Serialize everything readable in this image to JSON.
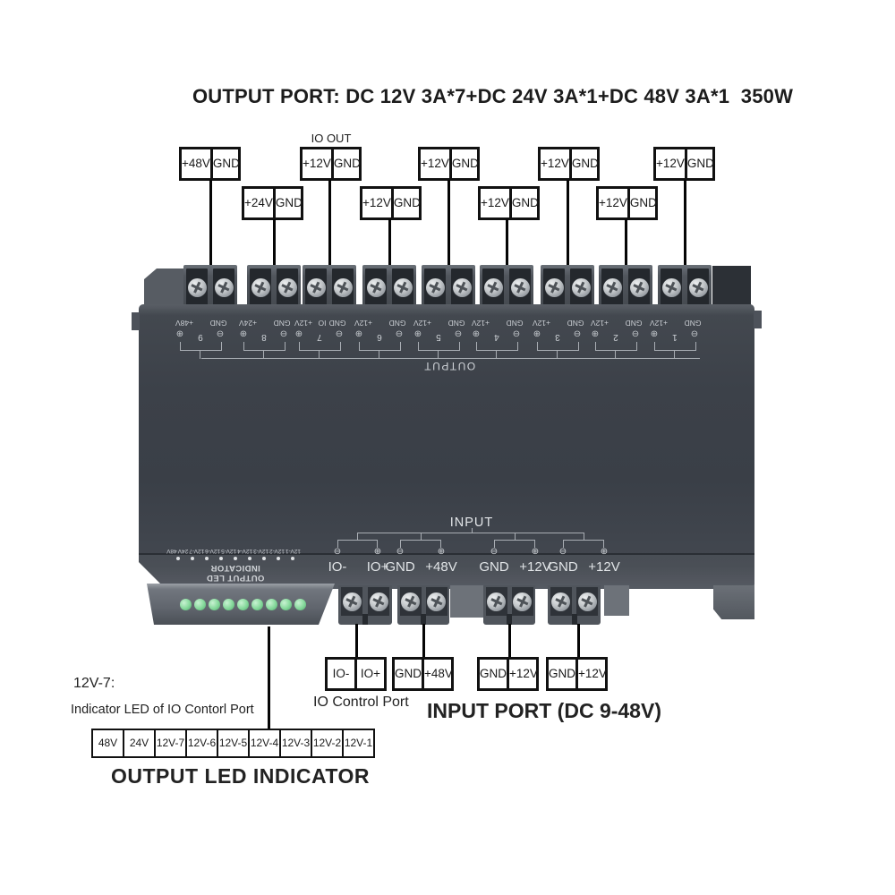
{
  "header": {
    "title": "OUTPUT PORT: DC 12V 3A*7+DC 24V 3A*1+DC 48V 3A*1  350W"
  },
  "annotations": {
    "io_out": "IO OUT",
    "output_boxes": [
      {
        "pos": "+48V",
        "gnd": "GND"
      },
      {
        "pos": "+24V",
        "gnd": "GND"
      },
      {
        "pos": "+12V",
        "gnd": "GND"
      },
      {
        "pos": "+12V",
        "gnd": "GND"
      },
      {
        "pos": "+12V",
        "gnd": "GND"
      },
      {
        "pos": "+12V",
        "gnd": "GND"
      },
      {
        "pos": "+12V",
        "gnd": "GND"
      },
      {
        "pos": "+12V",
        "gnd": "GND"
      },
      {
        "pos": "+12V",
        "gnd": "GND"
      }
    ],
    "input_boxes": [
      {
        "neg": "IO-",
        "pos": "IO+"
      },
      {
        "neg": "GND",
        "pos": "+48V"
      },
      {
        "neg": "GND",
        "pos": "+12V"
      },
      {
        "neg": "GND",
        "pos": "+12V"
      }
    ],
    "io_control_port": "IO Control Port",
    "input_port_heading": "INPUT PORT (DC 9-48V)",
    "note_title": "12V-7:",
    "note_text": "Indicator LED of IO Contorl Port",
    "led_table_cells": [
      "48V",
      "24V",
      "12V-7",
      "12V-6",
      "12V-5",
      "12V-4",
      "12V-3",
      "12V-2",
      "12V-1"
    ],
    "led_table_heading": "OUTPUT LED INDICATOR"
  },
  "device": {
    "output_label": "OUTPUT",
    "input_label": "INPUT",
    "plus_symbol": "⊕",
    "minus_symbol": "⊖",
    "output_terminals": [
      {
        "num": "9",
        "pos": "+48V",
        "neg": "GND",
        "extra": ""
      },
      {
        "num": "8",
        "pos": "+24V",
        "neg": "GND",
        "extra": ""
      },
      {
        "num": "7",
        "pos": "+12V",
        "neg": "GND",
        "extra": "IO"
      },
      {
        "num": "6",
        "pos": "+12V",
        "neg": "GND",
        "extra": ""
      },
      {
        "num": "5",
        "pos": "+12V",
        "neg": "GND",
        "extra": ""
      },
      {
        "num": "4",
        "pos": "+12V",
        "neg": "GND",
        "extra": ""
      },
      {
        "num": "3",
        "pos": "+12V",
        "neg": "GND",
        "extra": ""
      },
      {
        "num": "2",
        "pos": "+12V",
        "neg": "GND",
        "extra": ""
      },
      {
        "num": "1",
        "pos": "+12V",
        "neg": "GND",
        "extra": ""
      }
    ],
    "input_terminals": [
      {
        "neg": "IO-",
        "pos": "IO+"
      },
      {
        "neg": "GND",
        "pos": "+48V"
      },
      {
        "neg": "GND",
        "pos": "+12V"
      },
      {
        "neg": "GND",
        "pos": "+12V"
      }
    ],
    "led_strip": {
      "labels": [
        "12V-1",
        "12V-2",
        "12V-3",
        "12V-4",
        "12V-5",
        "12V-6",
        "12V-7",
        "24V",
        "48V"
      ],
      "title": "OUTPUT LED INDICATOR",
      "led_count": 9
    }
  },
  "colors": {
    "led_green": "#84d89a",
    "device_body": "#3f444c",
    "silkscreen": "#c9cdd2",
    "annotation_line": "#050505"
  }
}
